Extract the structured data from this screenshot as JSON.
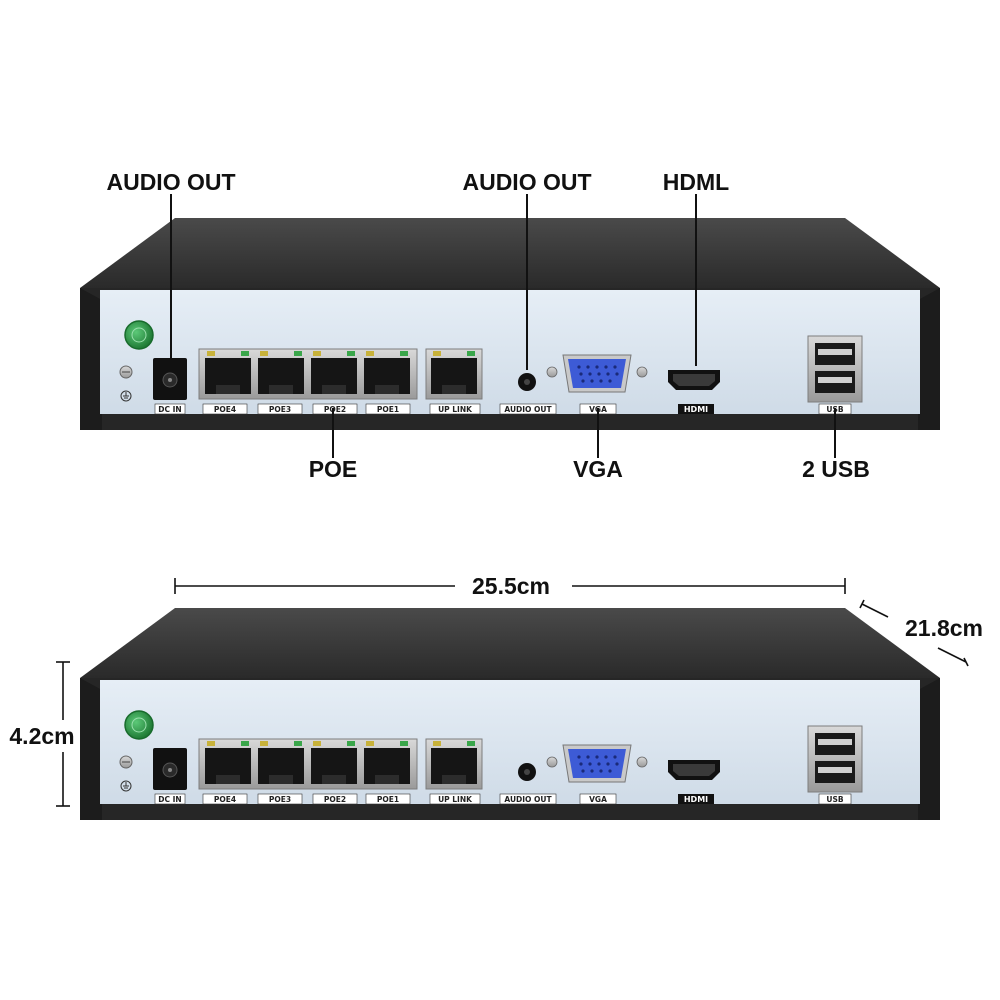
{
  "callouts": {
    "audio_out_left": "AUDIO OUT",
    "audio_out_right": "AUDIO OUT",
    "hdml": "HDML",
    "poe": "POE",
    "vga": "VGA",
    "usb": "2 USB"
  },
  "dimensions": {
    "width": "25.5cm",
    "depth": "21.8cm",
    "height": "4.2cm"
  },
  "panel_labels": {
    "dc_in": "DC IN",
    "poe4": "POE4",
    "poe3": "POE3",
    "poe2": "POE2",
    "poe1": "POE1",
    "uplink": "UP LINK",
    "audio_out": "AUDIO OUT",
    "vga": "VGA",
    "hdmi": "HDMI",
    "usb": "USB"
  },
  "colors": {
    "housing": "#2b2b2b",
    "top_cover": "#3a3a3a",
    "panel": "#dbe6f0",
    "vga_port": "#3d5bd6",
    "ground_knob": "#2f9e4a"
  }
}
